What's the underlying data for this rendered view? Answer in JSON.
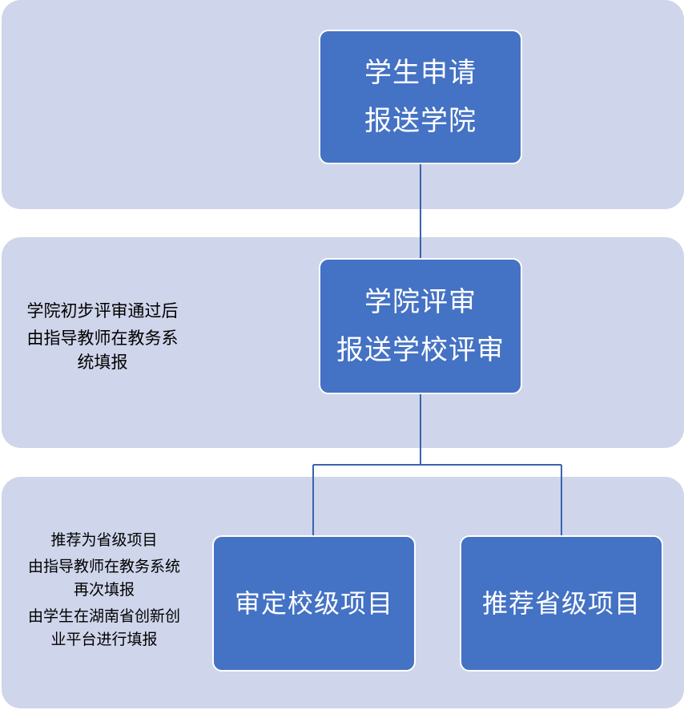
{
  "colors": {
    "band": "#cfd5ea",
    "node": "#4472c4",
    "connector": "#3b64ad",
    "node_text": "#ffffff"
  },
  "nodes": {
    "apply": {
      "line1": "学生申请",
      "line2": "报送学院"
    },
    "college_review": {
      "line1": "学院评审",
      "line2": "报送学校评审"
    },
    "school_project": {
      "label": "审定校级项目"
    },
    "province_project": {
      "label": "推荐省级项目"
    }
  },
  "notes": {
    "stage2": {
      "line1": "学院初步评审通过后",
      "line2": "由指导教师在教务系",
      "line3": "统填报"
    },
    "stage3": {
      "line1": "推荐为省级项目",
      "line2": "由指导教师在教务系统",
      "line3": "再次填报",
      "line4": "由学生在湖南省创新创",
      "line5": "业平台进行填报"
    }
  }
}
